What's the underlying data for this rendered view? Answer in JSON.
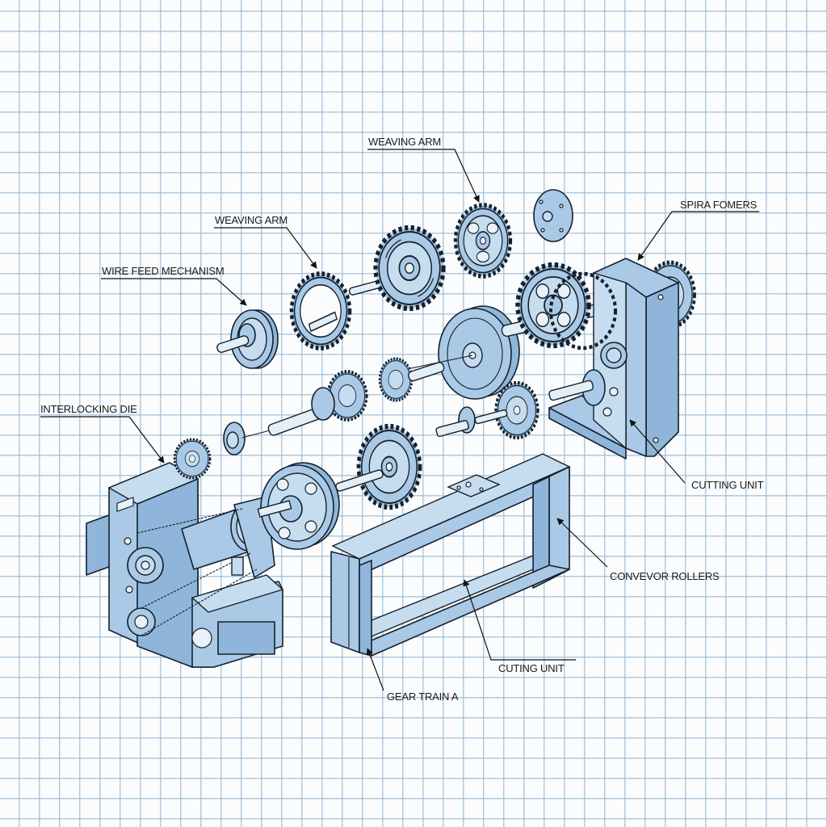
{
  "diagram": {
    "type": "exploded isometric technical drawing",
    "background": "graph paper grid",
    "colors": {
      "part_fill": "#a9c9e6",
      "part_shadow": "#8fb6da",
      "outline": "#15202b",
      "grid_line": "#96b9d7",
      "paper": "#fbfcfd",
      "label_text": "#1a1a1a"
    },
    "labels": [
      {
        "id": "weaving-arm-top",
        "text": "WEAVING ARM"
      },
      {
        "id": "spira-formers",
        "text": "SPIRA FOMERS"
      },
      {
        "id": "weaving-arm-left",
        "text": "WEAVING ARM"
      },
      {
        "id": "wire-feed",
        "text": "WIRE FEED MECHANISM"
      },
      {
        "id": "interlocking-die",
        "text": "INTERLOCKING DIE"
      },
      {
        "id": "cutting-unit-right",
        "text": "CUTTING UNIT"
      },
      {
        "id": "conveyor-rollers",
        "text": "CONVEVOR ROLLERS"
      },
      {
        "id": "cuting-unit-bottom",
        "text": "CUTING UNIT"
      },
      {
        "id": "gear-train-a",
        "text": "GEAR TRAIN A"
      }
    ],
    "components": [
      "drive-housing-left",
      "spur-gear-small",
      "pulley-wheel",
      "wire-feed-disc",
      "weaving-arm-ring-gear",
      "large-spur-gear-center",
      "spoked-gear-top",
      "end-flange-disc",
      "flywheel-disc",
      "gearbox-frame-right",
      "rectangular-frame-bottom",
      "central-spindle-assembly"
    ]
  }
}
